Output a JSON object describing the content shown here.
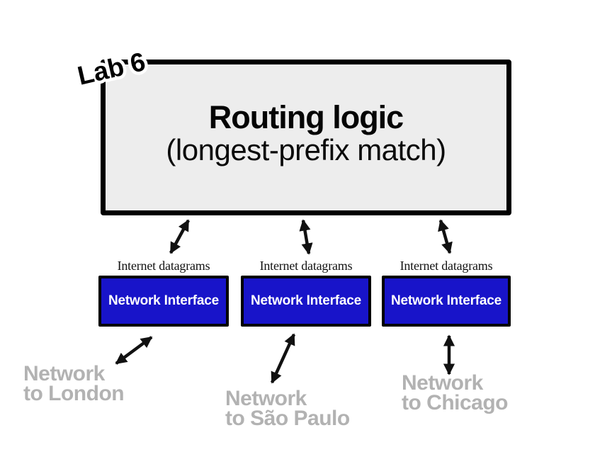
{
  "diagram": {
    "lab_badge": "Lab 6",
    "router": {
      "title": "Routing logic",
      "subtitle": "(longest-prefix match)"
    },
    "interfaces": [
      {
        "datagrams_label": "Internet datagrams",
        "label": "Network Interface",
        "destination": {
          "line1": "Network",
          "line2": "to London"
        }
      },
      {
        "datagrams_label": "Internet datagrams",
        "label": "Network Interface",
        "destination": {
          "line1": "Network",
          "line2": "to São Paulo"
        }
      },
      {
        "datagrams_label": "Internet datagrams",
        "label": "Network Interface",
        "destination": {
          "line1": "Network",
          "line2": "to Chicago"
        }
      }
    ],
    "colors": {
      "background": "#ffffff",
      "router_fill": "#ededed",
      "border_black": "#000000",
      "interface_blue": "#1814c9",
      "interface_text": "#ffffff",
      "muted_gray": "#b2b2b2",
      "arrow_black": "#111111",
      "badge_fill": "#000000",
      "badge_outline": "#ffffff"
    }
  }
}
